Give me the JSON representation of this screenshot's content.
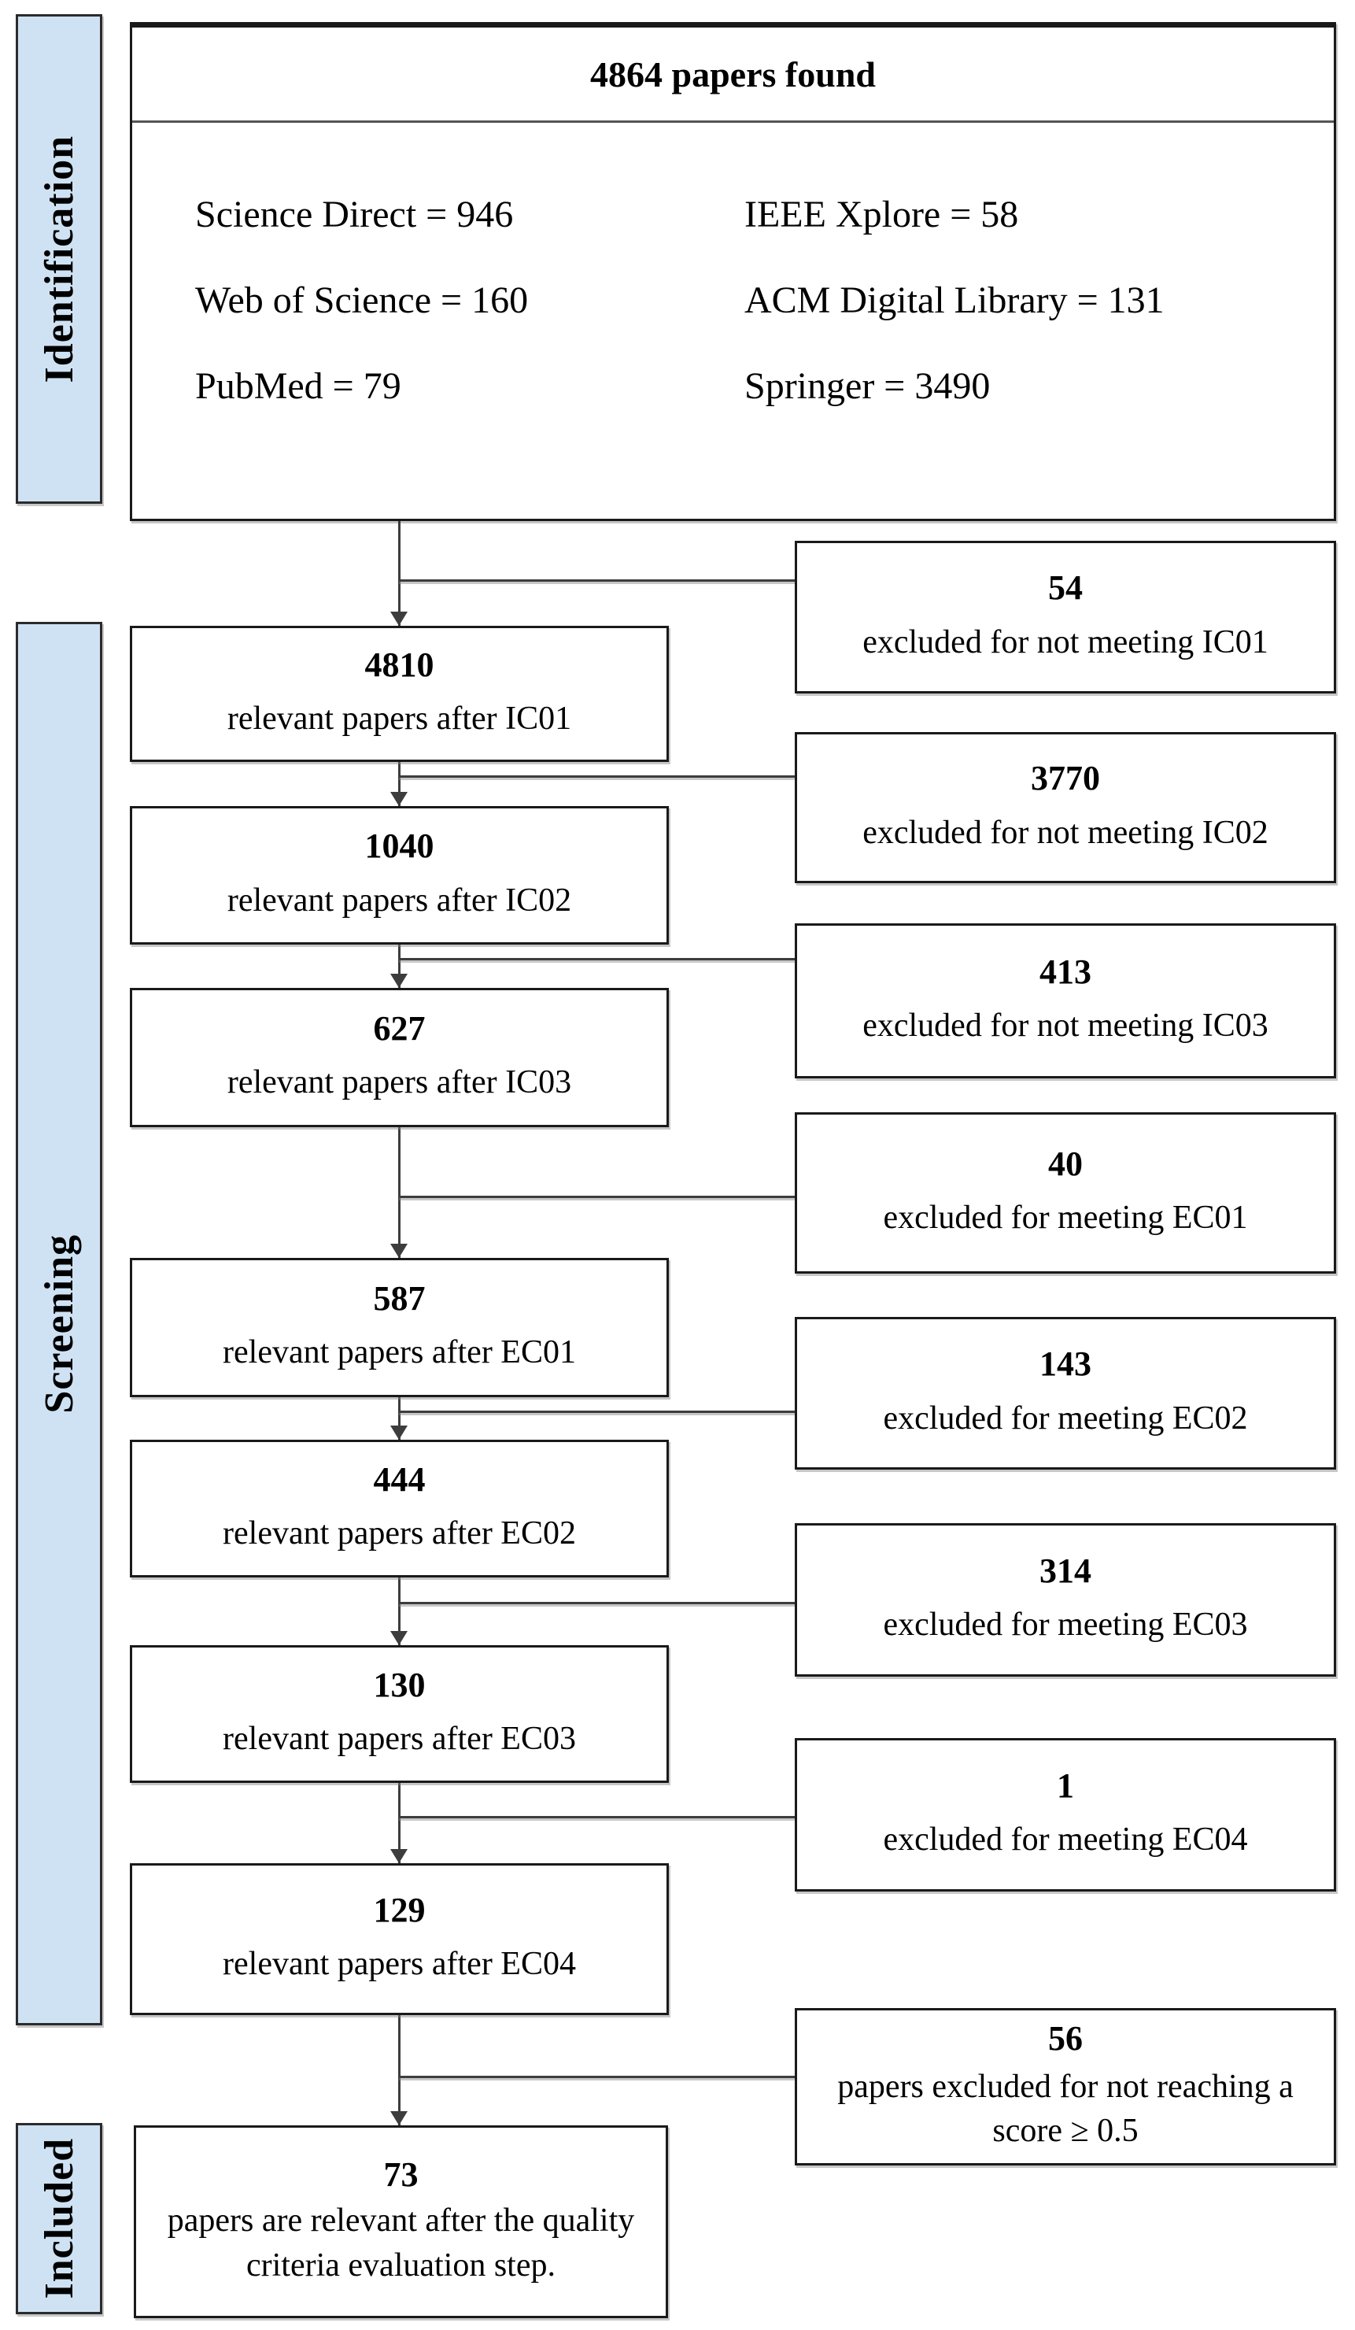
{
  "colors": {
    "stage_fill": "#cfe2f3",
    "line": "#3d3d3d",
    "border": "#1a1a1a"
  },
  "stages": {
    "identification": "Identification",
    "screening": "Screening",
    "included": "Included"
  },
  "identification_box": {
    "title": "4864 papers found",
    "sources_left": [
      "Science Direct = 946",
      "Web of Science = 160",
      "PubMed = 79"
    ],
    "sources_right": [
      "IEEE Xplore = 58",
      "ACM Digital Library = 131",
      "Springer = 3490"
    ]
  },
  "flow_boxes": [
    {
      "value": "4810",
      "label": "relevant papers after IC01"
    },
    {
      "value": "1040",
      "label": "relevant papers after IC02"
    },
    {
      "value": "627",
      "label": "relevant papers after IC03"
    },
    {
      "value": "587",
      "label": "relevant papers after EC01"
    },
    {
      "value": "444",
      "label": "relevant papers after EC02"
    },
    {
      "value": "130",
      "label": "relevant papers after EC03"
    },
    {
      "value": "129",
      "label": "relevant papers after EC04"
    },
    {
      "value": "73",
      "label": "papers are relevant after the quality criteria evaluation step."
    }
  ],
  "exclusion_boxes": [
    {
      "value": "54",
      "label": "excluded for not meeting IC01"
    },
    {
      "value": "3770",
      "label": "excluded for not meeting IC02"
    },
    {
      "value": "413",
      "label": "excluded for not meeting IC03"
    },
    {
      "value": "40",
      "label": "excluded for meeting EC01"
    },
    {
      "value": "143",
      "label": "excluded for meeting EC02"
    },
    {
      "value": "314",
      "label": "excluded for meeting EC03"
    },
    {
      "value": "1",
      "label": "excluded for meeting EC04"
    },
    {
      "value": "56",
      "label": "papers excluded for not reaching a score ≥ 0.5"
    }
  ]
}
